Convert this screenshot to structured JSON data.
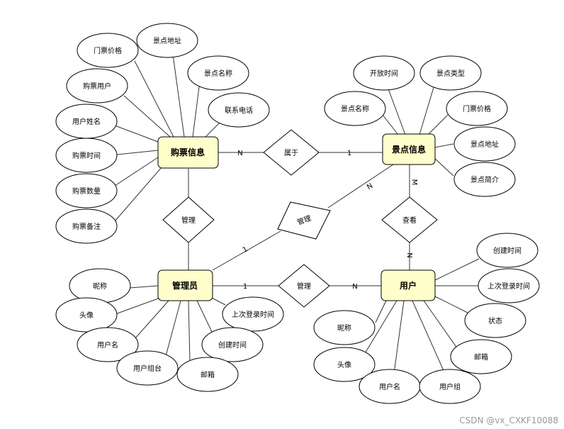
{
  "entities": {
    "ticket": "购票信息",
    "spot": "景点信息",
    "admin": "管理员",
    "user": "用户"
  },
  "relations": {
    "belongs": "属于",
    "manage_ticket": "管理",
    "manage_spot": "管理",
    "manage_user": "管理",
    "view": "查看"
  },
  "attributes": {
    "ticket": [
      "门票价格",
      "景点地址",
      "景点名称",
      "购票用户",
      "联系电话",
      "用户姓名",
      "购票时间",
      "购票数量",
      "购票备注"
    ],
    "spot": [
      "开放时间",
      "景点类型",
      "景点名称",
      "门票价格",
      "景点地址",
      "景点简介"
    ],
    "admin": [
      "昵称",
      "头像",
      "用户名",
      "上次登录时间",
      "创建时间",
      "用户组台",
      "邮箱"
    ],
    "user": [
      "创建时间",
      "上次登录时间",
      "状态",
      "昵称",
      "头像",
      "邮箱",
      "用户名",
      "用户组"
    ]
  },
  "cardinalities": {
    "ticket_belongs": "N",
    "belongs_spot": "1",
    "spot_view": "M",
    "view_user": "N",
    "spot_manage": "N",
    "manage_admin": "1",
    "admin_manage_user": "1",
    "manage_user": "N"
  },
  "watermark": "CSDN @vx_CXKF10088"
}
